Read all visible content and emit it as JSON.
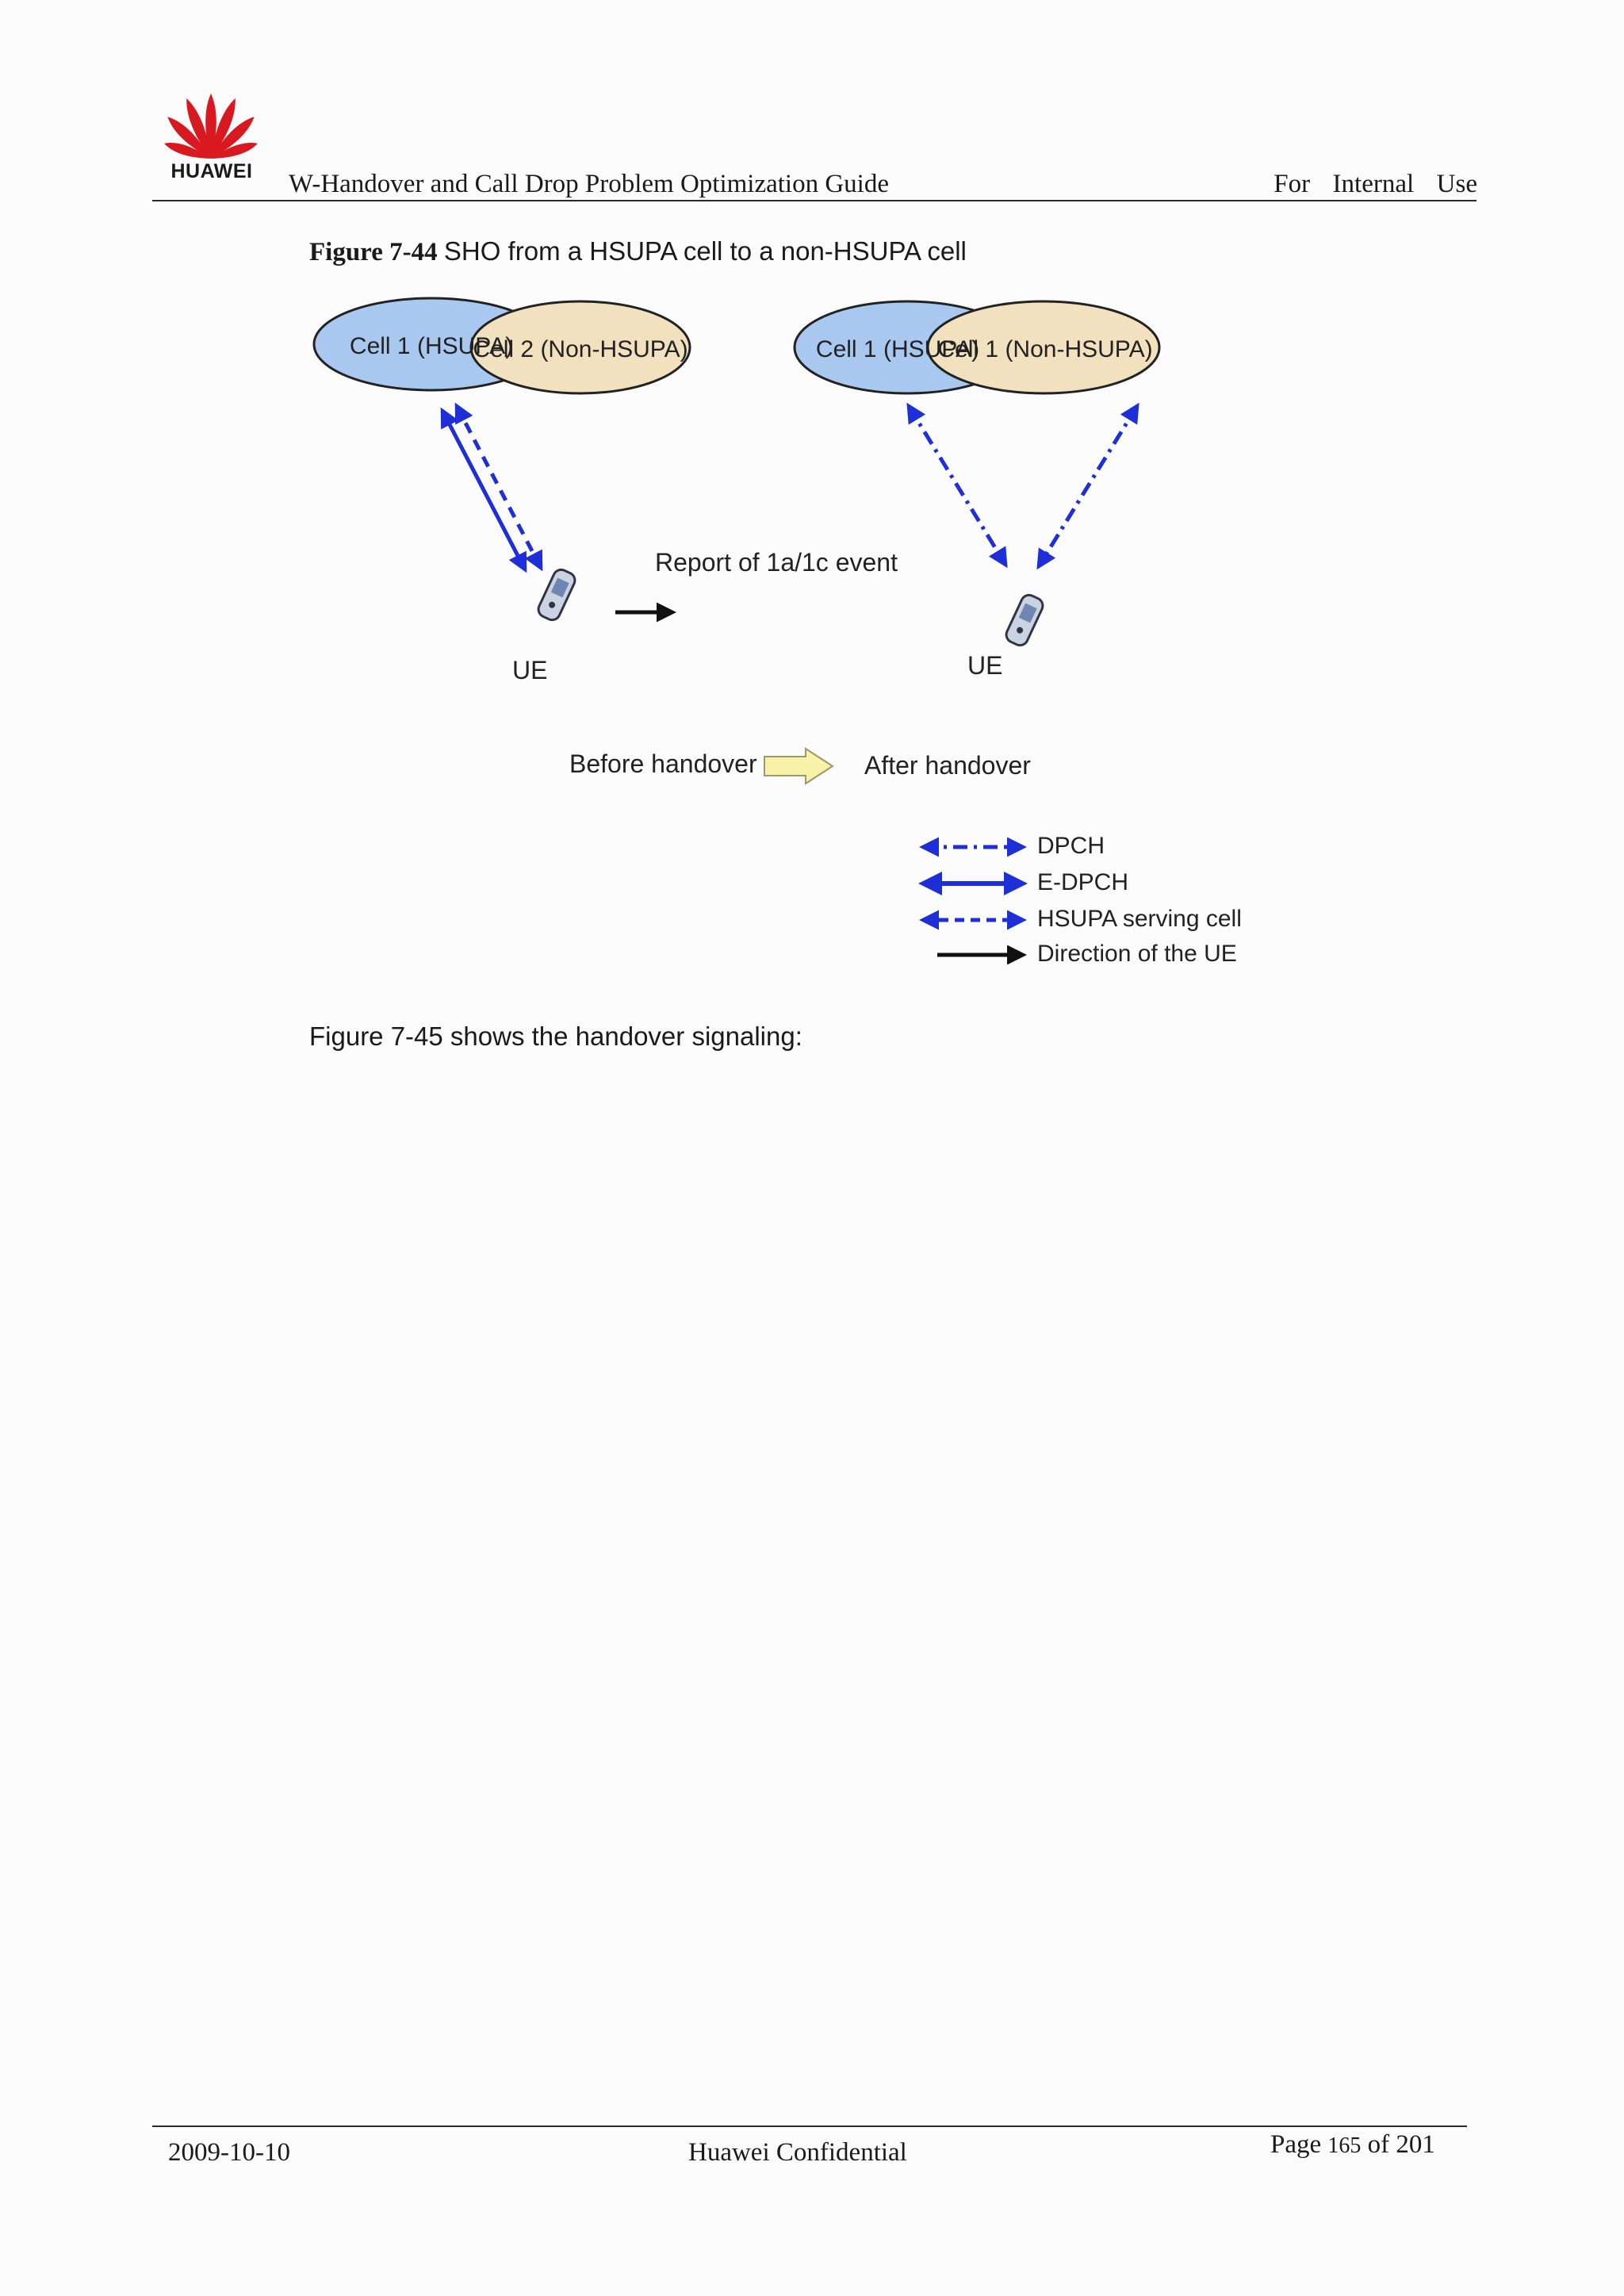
{
  "header": {
    "logo_text": "HUAWEI",
    "title": "W-Handover and Call Drop Problem Optimization Guide",
    "classification": "For  Internal  Use"
  },
  "figure": {
    "label": "Figure 7-44",
    "caption": "SHO from a HSUPA cell to a non-HSUPA cell",
    "before": {
      "cell_a": "Cell 1 (HSUPA)",
      "cell_b": "Cell 2 (Non-HSUPA)",
      "ue_label": "UE"
    },
    "after": {
      "cell_a": "Cell 1 (HSUPA)",
      "cell_b": "Cell 1 (Non-HSUPA)",
      "ue_label": "UE"
    },
    "report_label": "Report of 1a/1c event",
    "before_label": "Before handover",
    "after_label": "After handover",
    "legend": [
      {
        "label": "DPCH",
        "style": "dash-dot"
      },
      {
        "label": "E-DPCH",
        "style": "solid"
      },
      {
        "label": "HSUPA serving cell",
        "style": "dashed"
      },
      {
        "label": "Direction of the UE",
        "style": "black-arrow"
      }
    ],
    "colors": {
      "hsupa_cell": "#a9c8ef",
      "non_hsupa_cell": "#f1e1bf",
      "link": "#1f2fd8",
      "transition_arrow": "#f7f2a8"
    }
  },
  "body": {
    "text": "Figure 7-45 shows the handover signaling:"
  },
  "footer": {
    "date": "2009-10-10",
    "confidential": "Huawei Confidential",
    "page_prefix": "Page ",
    "page_number": "165",
    "page_suffix": " of 201"
  }
}
